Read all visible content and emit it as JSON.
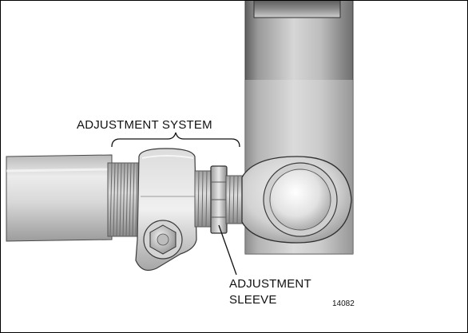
{
  "labels": {
    "system": "ADJUSTMENT SYSTEM",
    "sleeve_line1": "ADJUSTMENT",
    "sleeve_line2": "SLEEVE"
  },
  "figure_number": "14082",
  "colors": {
    "border": "#000000",
    "arm_light": "#f2f2f2",
    "arm_mid": "#c8c8c8",
    "arm_dark": "#7a7a7a",
    "metal_light": "#e6e6e6",
    "metal_dark": "#8a8a8a",
    "outline": "#3a3a3a"
  }
}
